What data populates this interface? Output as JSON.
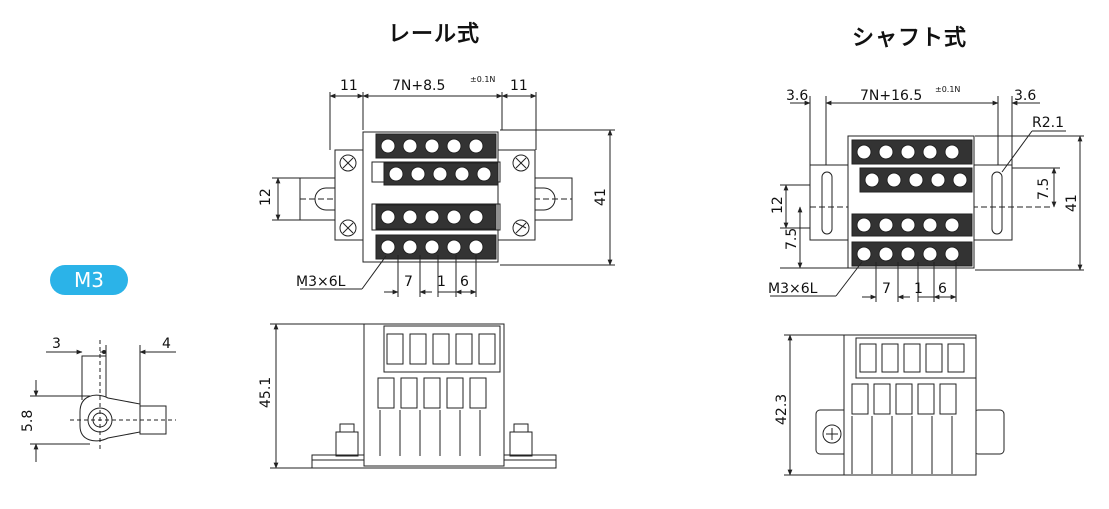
{
  "rail": {
    "title": "レール式",
    "dim_left": "11",
    "dim_center": "7N+8.5",
    "dim_center_tol": "±0.1N",
    "dim_right": "11",
    "dim_height": "41",
    "dim_rail": "12",
    "screw_label": "M3×6L",
    "pitch": "7",
    "pitch_small": "1",
    "pitch_6": "6",
    "side_height": "45.1"
  },
  "shaft": {
    "title": "シャフト式",
    "dim_left": "3.6",
    "dim_center": "7N+16.5",
    "dim_center_tol": "±0.1N",
    "dim_right": "3.6",
    "radius": "R2.1",
    "dim_height": "41",
    "dim_mid": "7.5",
    "dim_rail": "12",
    "dim_low": "7.5",
    "screw_label": "M3×6L",
    "pitch": "7",
    "pitch_small": "1",
    "pitch_6": "6",
    "side_height": "42.3"
  },
  "terminal": {
    "badge": "M3",
    "dim_a": "3",
    "dim_b": "4",
    "dim_c": "5.8"
  }
}
